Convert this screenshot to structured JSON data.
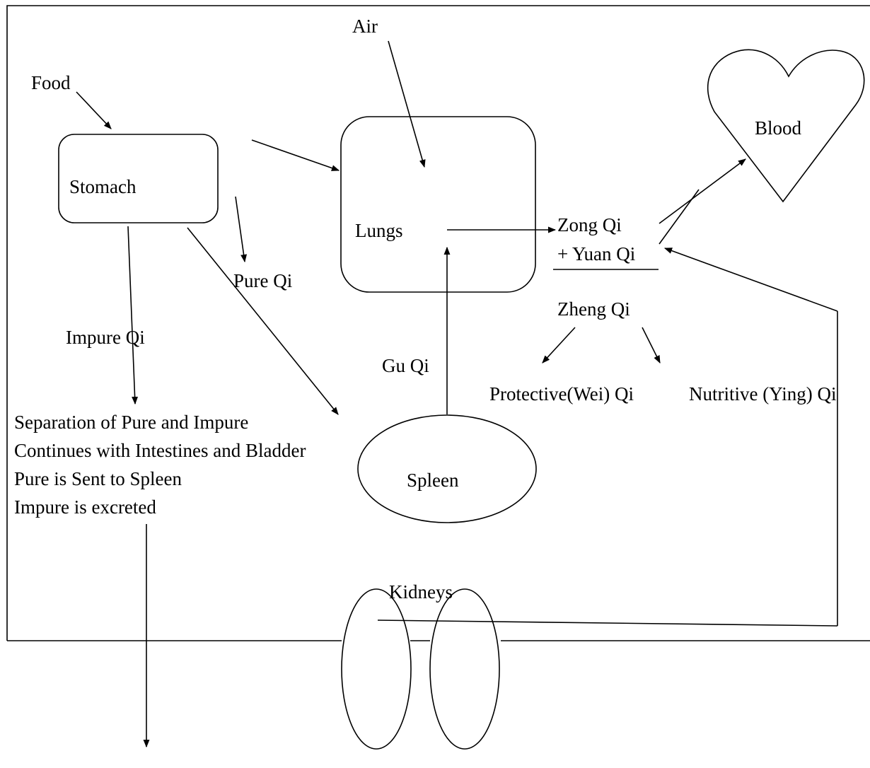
{
  "labels": {
    "food": "Food",
    "air": "Air",
    "stomach": "Stomach",
    "lungs": "Lungs",
    "blood": "Blood",
    "pure_qi": "Pure Qi",
    "impure_qi": "Impure Qi",
    "gu_qi": "Gu Qi",
    "zong_qi": "Zong Qi",
    "yuan_qi": "+ Yuan Qi",
    "zheng_qi": "Zheng Qi",
    "protective_qi": "Protective(Wei) Qi",
    "nutritive_qi": "Nutritive (Ying) Qi",
    "separation": [
      "Separation of Pure and Impure",
      "Continues with Intestines and Bladder",
      "Pure is Sent to Spleen",
      "Impure is excreted"
    ],
    "spleen": "Spleen",
    "kidneys": "Kidneys"
  },
  "colors": {
    "stroke": "#000000",
    "background": "#ffffff"
  }
}
